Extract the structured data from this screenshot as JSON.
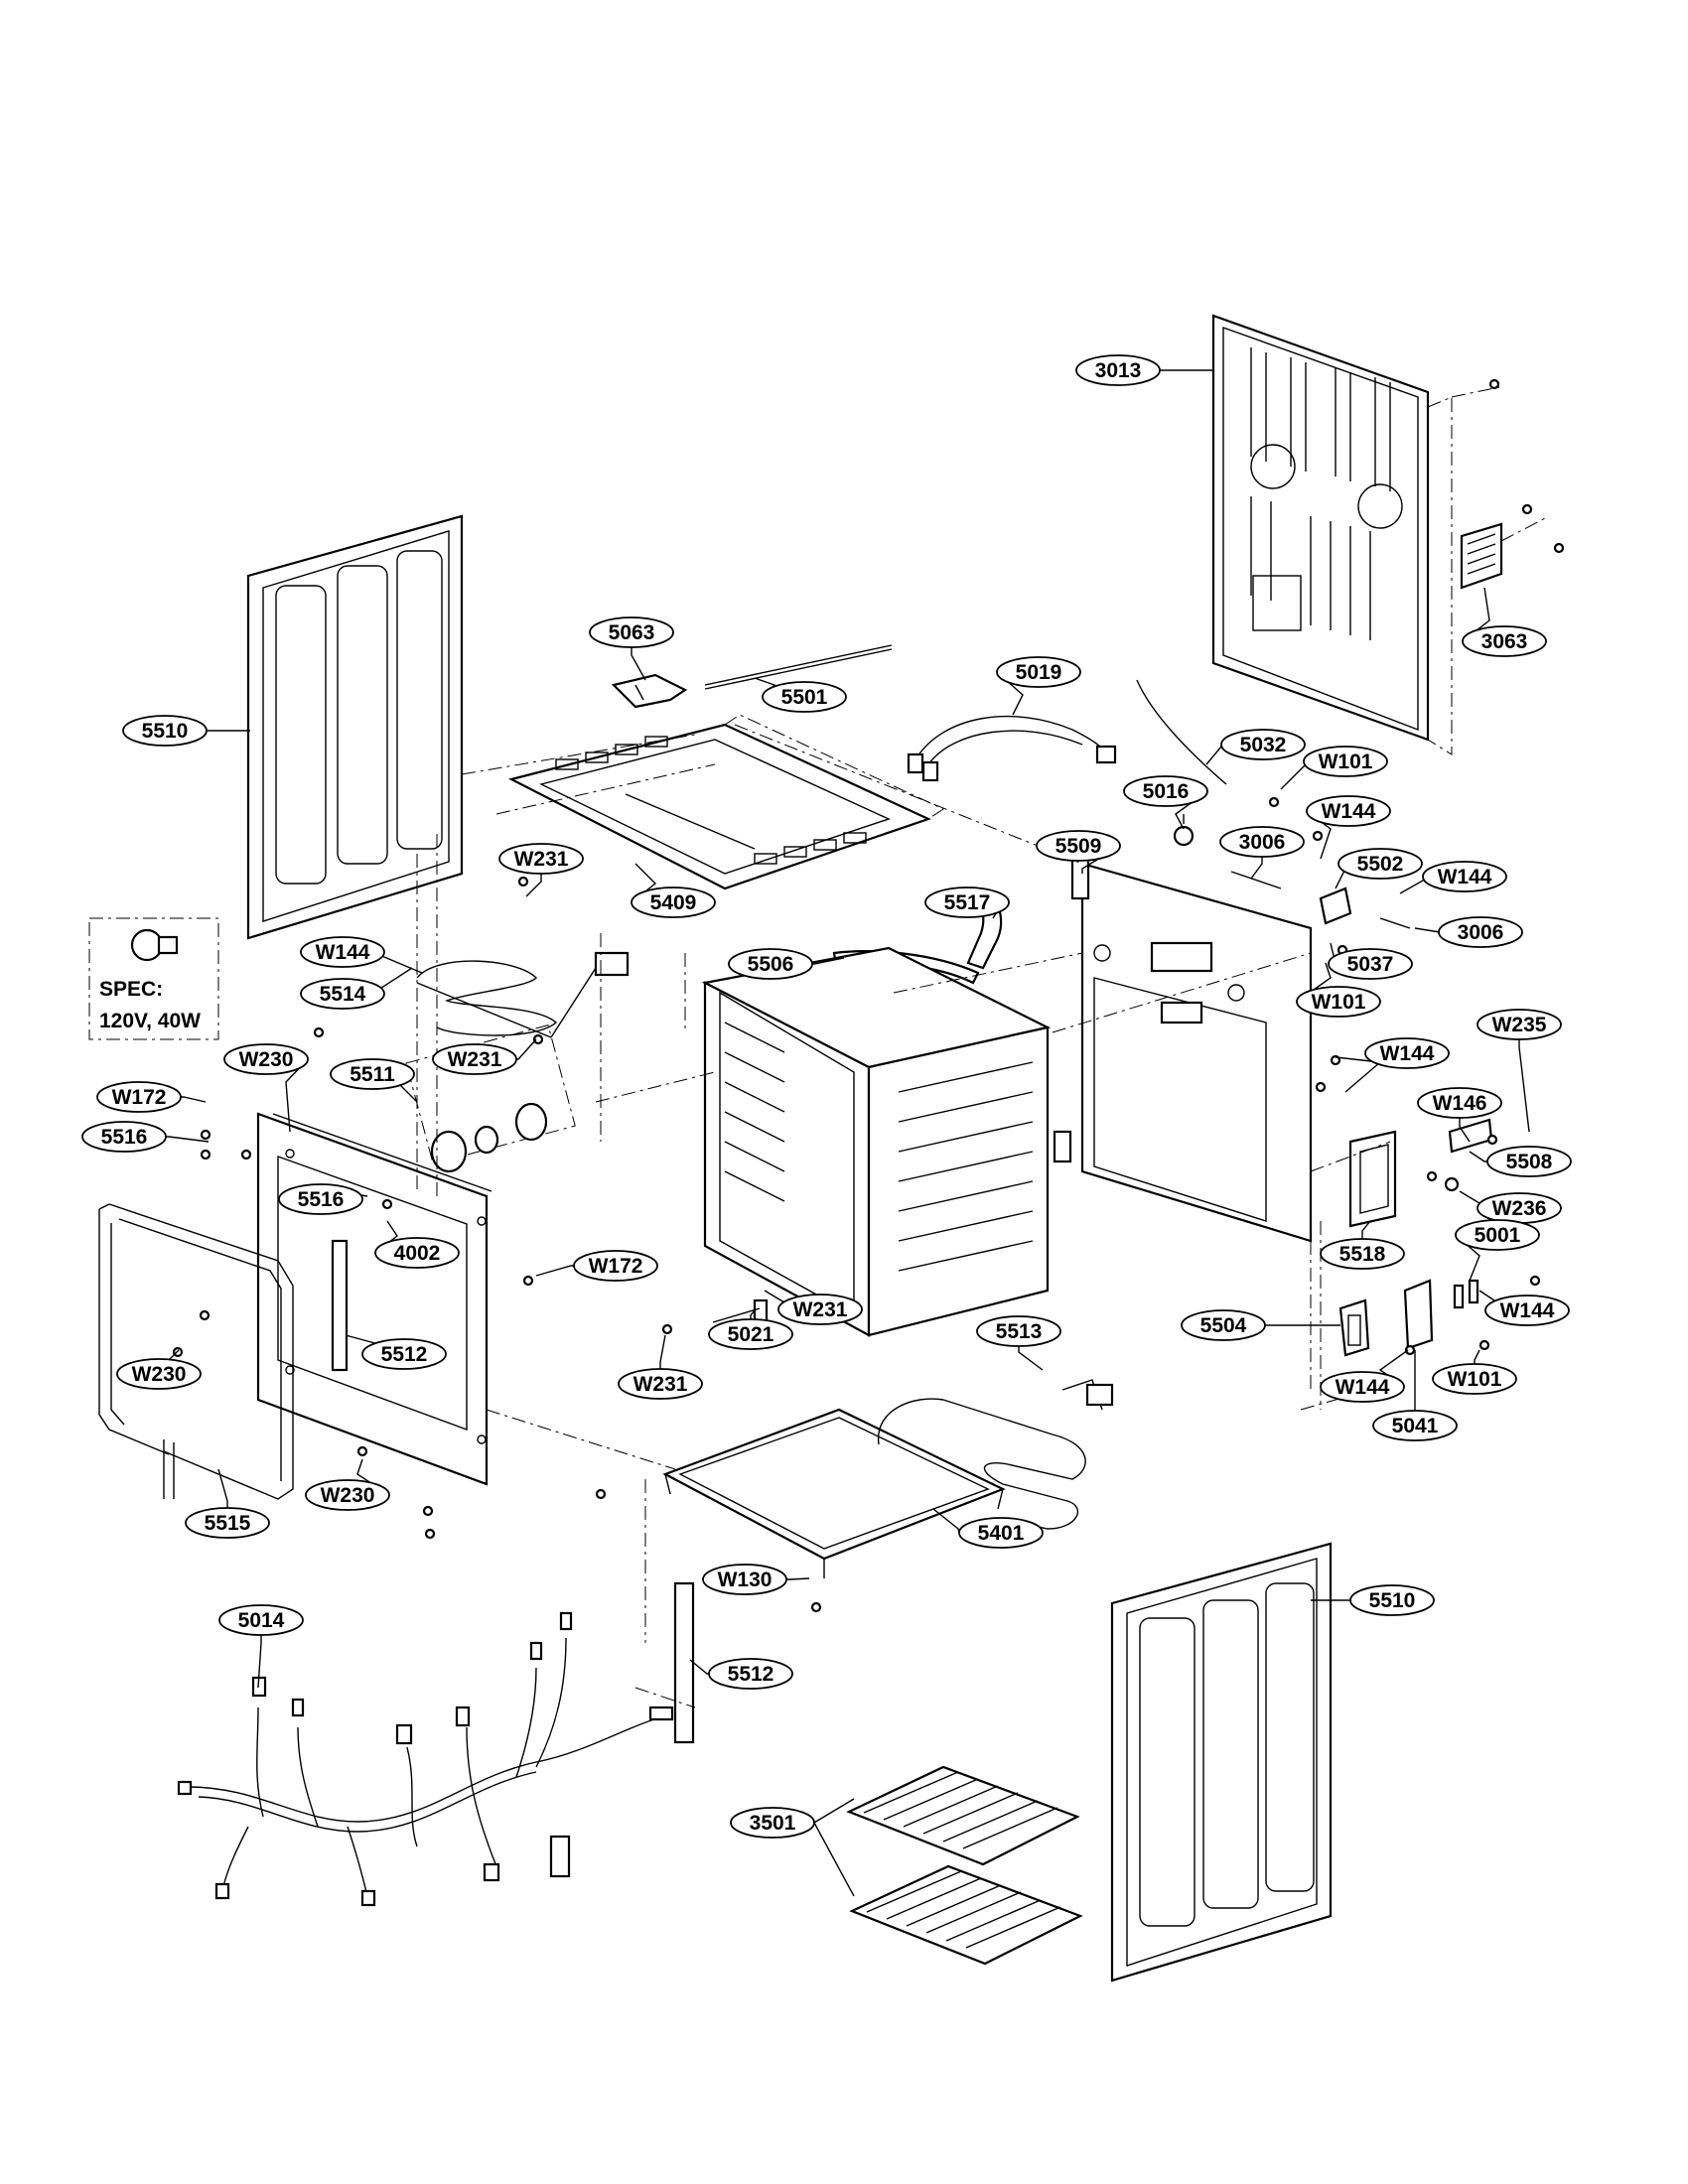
{
  "spec_box": {
    "line1": "SPEC:",
    "line2": "120V, 40W"
  },
  "callouts": [
    {
      "label": "3013"
    },
    {
      "label": "3063"
    },
    {
      "label": "5063"
    },
    {
      "label": "5501"
    },
    {
      "label": "5019"
    },
    {
      "label": "5510"
    },
    {
      "label": "5032"
    },
    {
      "label": "W101"
    },
    {
      "label": "5016"
    },
    {
      "label": "W144"
    },
    {
      "label": "5509"
    },
    {
      "label": "3006"
    },
    {
      "label": "5502"
    },
    {
      "label": "W144"
    },
    {
      "label": "W231"
    },
    {
      "label": "5409"
    },
    {
      "label": "5517"
    },
    {
      "label": "3006"
    },
    {
      "label": "W144"
    },
    {
      "label": "5506"
    },
    {
      "label": "5037"
    },
    {
      "label": "W101"
    },
    {
      "label": "5514"
    },
    {
      "label": "W144"
    },
    {
      "label": "W235"
    },
    {
      "label": "W230"
    },
    {
      "label": "5511"
    },
    {
      "label": "W231"
    },
    {
      "label": "W146"
    },
    {
      "label": "W172"
    },
    {
      "label": "5516"
    },
    {
      "label": "5508"
    },
    {
      "label": "5516"
    },
    {
      "label": "W236"
    },
    {
      "label": "4002"
    },
    {
      "label": "5518"
    },
    {
      "label": "W172"
    },
    {
      "label": "5001"
    },
    {
      "label": "W231"
    },
    {
      "label": "5021"
    },
    {
      "label": "5512"
    },
    {
      "label": "5513"
    },
    {
      "label": "5504"
    },
    {
      "label": "W144"
    },
    {
      "label": "W230"
    },
    {
      "label": "W231"
    },
    {
      "label": "W144"
    },
    {
      "label": "W101"
    },
    {
      "label": "5041"
    },
    {
      "label": "W230"
    },
    {
      "label": "5515"
    },
    {
      "label": "5401"
    },
    {
      "label": "W130"
    },
    {
      "label": "5510"
    },
    {
      "label": "5014"
    },
    {
      "label": "5512"
    },
    {
      "label": "3501"
    }
  ]
}
